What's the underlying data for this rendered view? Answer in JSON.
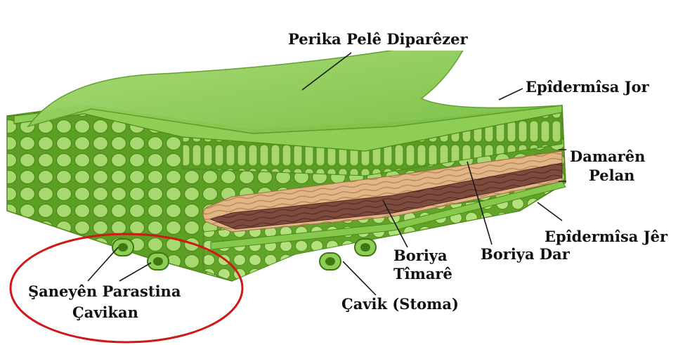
{
  "labels": {
    "cuticle": "Perika Pelê Diparêzer",
    "upper_epidermis": "Epîdermîsa Jor",
    "vascular_bundle_line1": "Damarên",
    "vascular_bundle_line2": "Pelan",
    "lower_epidermis": "Epîdermîsa Jêr",
    "xylem": "Boriya Dar",
    "phloem_line1": "Boriya",
    "phloem_line2": "Tîmarê",
    "stoma": "Çavik (Stoma)",
    "guard_cells_line1": "Şaneyên Parastina",
    "guard_cells_line2": "Çavikan"
  },
  "colors": {
    "leaf_green": "#7dbe3c",
    "cell_wall": "#5a9a22",
    "cuticle_green": "#8fce55",
    "vein_tan": "#d9a877",
    "vein_brown": "#7a4a3a",
    "highlight_red": "#d01818"
  }
}
